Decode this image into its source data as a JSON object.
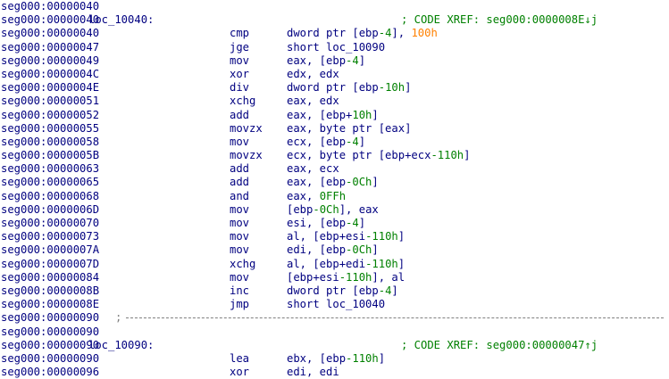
{
  "listing": {
    "rows": [
      {
        "addr": "seg000:00000040",
        "label": "",
        "mnem": "",
        "ops": [],
        "comment": "",
        "sep": false
      },
      {
        "addr": "seg000:00000040",
        "label": "loc_10040:",
        "mnem": "",
        "ops": [],
        "comment": "; CODE XREF: seg000:0000008E↓j",
        "sep": false
      },
      {
        "addr": "seg000:00000040",
        "label": "",
        "mnem": "cmp",
        "ops": [
          {
            "t": "dword ptr [ebp",
            "c": "n"
          },
          {
            "t": "-4",
            "c": "g"
          },
          {
            "t": "], ",
            "c": "n"
          },
          {
            "t": "100h",
            "c": "o"
          }
        ],
        "comment": "",
        "sep": false
      },
      {
        "addr": "seg000:00000047",
        "label": "",
        "mnem": "jge",
        "ops": [
          {
            "t": "short loc_10090",
            "c": "n"
          }
        ],
        "comment": "",
        "sep": false
      },
      {
        "addr": "seg000:00000049",
        "label": "",
        "mnem": "mov",
        "ops": [
          {
            "t": "eax, [ebp",
            "c": "n"
          },
          {
            "t": "-4",
            "c": "g"
          },
          {
            "t": "]",
            "c": "n"
          }
        ],
        "comment": "",
        "sep": false
      },
      {
        "addr": "seg000:0000004C",
        "label": "",
        "mnem": "xor",
        "ops": [
          {
            "t": "edx, edx",
            "c": "n"
          }
        ],
        "comment": "",
        "sep": false
      },
      {
        "addr": "seg000:0000004E",
        "label": "",
        "mnem": "div",
        "ops": [
          {
            "t": "dword ptr [ebp",
            "c": "n"
          },
          {
            "t": "-10h",
            "c": "g"
          },
          {
            "t": "]",
            "c": "n"
          }
        ],
        "comment": "",
        "sep": false
      },
      {
        "addr": "seg000:00000051",
        "label": "",
        "mnem": "xchg",
        "ops": [
          {
            "t": "eax, edx",
            "c": "n"
          }
        ],
        "comment": "",
        "sep": false
      },
      {
        "addr": "seg000:00000052",
        "label": "",
        "mnem": "add",
        "ops": [
          {
            "t": "eax, [ebp+",
            "c": "n"
          },
          {
            "t": "10h",
            "c": "g"
          },
          {
            "t": "]",
            "c": "n"
          }
        ],
        "comment": "",
        "sep": false
      },
      {
        "addr": "seg000:00000055",
        "label": "",
        "mnem": "movzx",
        "ops": [
          {
            "t": "eax, byte ptr [eax]",
            "c": "n"
          }
        ],
        "comment": "",
        "sep": false
      },
      {
        "addr": "seg000:00000058",
        "label": "",
        "mnem": "mov",
        "ops": [
          {
            "t": "ecx, [ebp",
            "c": "n"
          },
          {
            "t": "-4",
            "c": "g"
          },
          {
            "t": "]",
            "c": "n"
          }
        ],
        "comment": "",
        "sep": false
      },
      {
        "addr": "seg000:0000005B",
        "label": "",
        "mnem": "movzx",
        "ops": [
          {
            "t": "ecx, byte ptr [ebp+ecx",
            "c": "n"
          },
          {
            "t": "-110h",
            "c": "g"
          },
          {
            "t": "]",
            "c": "n"
          }
        ],
        "comment": "",
        "sep": false
      },
      {
        "addr": "seg000:00000063",
        "label": "",
        "mnem": "add",
        "ops": [
          {
            "t": "eax, ecx",
            "c": "n"
          }
        ],
        "comment": "",
        "sep": false
      },
      {
        "addr": "seg000:00000065",
        "label": "",
        "mnem": "add",
        "ops": [
          {
            "t": "eax, [ebp",
            "c": "n"
          },
          {
            "t": "-0Ch",
            "c": "g"
          },
          {
            "t": "]",
            "c": "n"
          }
        ],
        "comment": "",
        "sep": false
      },
      {
        "addr": "seg000:00000068",
        "label": "",
        "mnem": "and",
        "ops": [
          {
            "t": "eax, ",
            "c": "n"
          },
          {
            "t": "0FFh",
            "c": "g"
          }
        ],
        "comment": "",
        "sep": false
      },
      {
        "addr": "seg000:0000006D",
        "label": "",
        "mnem": "mov",
        "ops": [
          {
            "t": "[ebp",
            "c": "n"
          },
          {
            "t": "-0Ch",
            "c": "g"
          },
          {
            "t": "], eax",
            "c": "n"
          }
        ],
        "comment": "",
        "sep": false
      },
      {
        "addr": "seg000:00000070",
        "label": "",
        "mnem": "mov",
        "ops": [
          {
            "t": "esi, [ebp",
            "c": "n"
          },
          {
            "t": "-4",
            "c": "g"
          },
          {
            "t": "]",
            "c": "n"
          }
        ],
        "comment": "",
        "sep": false
      },
      {
        "addr": "seg000:00000073",
        "label": "",
        "mnem": "mov",
        "ops": [
          {
            "t": "al, [ebp+esi",
            "c": "n"
          },
          {
            "t": "-110h",
            "c": "g"
          },
          {
            "t": "]",
            "c": "n"
          }
        ],
        "comment": "",
        "sep": false
      },
      {
        "addr": "seg000:0000007A",
        "label": "",
        "mnem": "mov",
        "ops": [
          {
            "t": "edi, [ebp",
            "c": "n"
          },
          {
            "t": "-0Ch",
            "c": "g"
          },
          {
            "t": "]",
            "c": "n"
          }
        ],
        "comment": "",
        "sep": false
      },
      {
        "addr": "seg000:0000007D",
        "label": "",
        "mnem": "xchg",
        "ops": [
          {
            "t": "al, [ebp+edi",
            "c": "n"
          },
          {
            "t": "-110h",
            "c": "g"
          },
          {
            "t": "]",
            "c": "n"
          }
        ],
        "comment": "",
        "sep": false
      },
      {
        "addr": "seg000:00000084",
        "label": "",
        "mnem": "mov",
        "ops": [
          {
            "t": "[ebp+esi",
            "c": "n"
          },
          {
            "t": "-110h",
            "c": "g"
          },
          {
            "t": "], al",
            "c": "n"
          }
        ],
        "comment": "",
        "sep": false
      },
      {
        "addr": "seg000:0000008B",
        "label": "",
        "mnem": "inc",
        "ops": [
          {
            "t": "dword ptr [ebp",
            "c": "n"
          },
          {
            "t": "-4",
            "c": "g"
          },
          {
            "t": "]",
            "c": "n"
          }
        ],
        "comment": "",
        "sep": false
      },
      {
        "addr": "seg000:0000008E",
        "label": "",
        "mnem": "jmp",
        "ops": [
          {
            "t": "short loc_10040",
            "c": "n"
          }
        ],
        "comment": "",
        "sep": false
      },
      {
        "addr": "seg000:00000090",
        "label": "",
        "mnem": "",
        "ops": [],
        "comment": "",
        "sep": true,
        "sep_text": ";"
      },
      {
        "addr": "seg000:00000090",
        "label": "",
        "mnem": "",
        "ops": [],
        "comment": "",
        "sep": false
      },
      {
        "addr": "seg000:00000090",
        "label": "loc_10090:",
        "mnem": "",
        "ops": [],
        "comment": "; CODE XREF: seg000:00000047↑j",
        "sep": false
      },
      {
        "addr": "seg000:00000090",
        "label": "",
        "mnem": "lea",
        "ops": [
          {
            "t": "ebx, [ebp",
            "c": "n"
          },
          {
            "t": "-110h",
            "c": "g"
          },
          {
            "t": "]",
            "c": "n"
          }
        ],
        "comment": "",
        "sep": false
      },
      {
        "addr": "seg000:00000096",
        "label": "",
        "mnem": "xor",
        "ops": [
          {
            "t": "edi, edi",
            "c": "n"
          }
        ],
        "comment": "",
        "sep": false
      }
    ]
  },
  "colors": {
    "address": "#000080",
    "instruction": "#000080",
    "number": "#008000",
    "immediate": "#ff8000",
    "comment": "#008000",
    "separator": "#808080",
    "background": "#ffffff"
  }
}
